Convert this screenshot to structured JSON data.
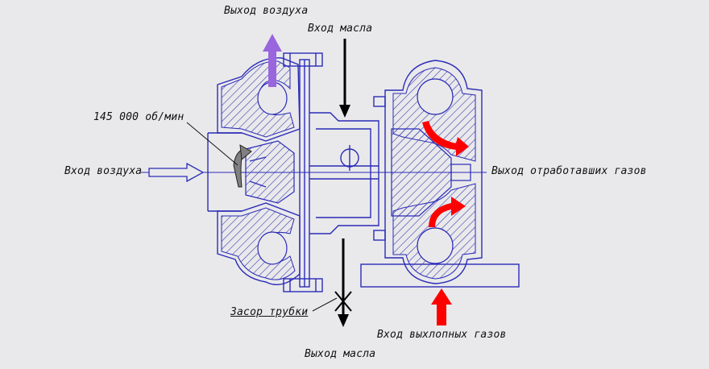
{
  "labels": {
    "air_outlet": "Выход воздуха",
    "oil_inlet": "Вход масла",
    "rpm": "145 000 об/мин",
    "air_inlet": "Вход воздуха",
    "exhaust_outlet": "Выход отработавших газов",
    "pipe_clog": "Засор трубки",
    "exhaust_inlet": "Вход выхлопных газов",
    "oil_outlet": "Выход масла"
  },
  "colors": {
    "line": "#2b2bb8",
    "hatch": "#3a3ab0",
    "air_outlet_arrow": "#9966dd",
    "exhaust_arrow": "#ff0000",
    "oil_arrow": "#000000",
    "background": "#e9e9eb"
  }
}
